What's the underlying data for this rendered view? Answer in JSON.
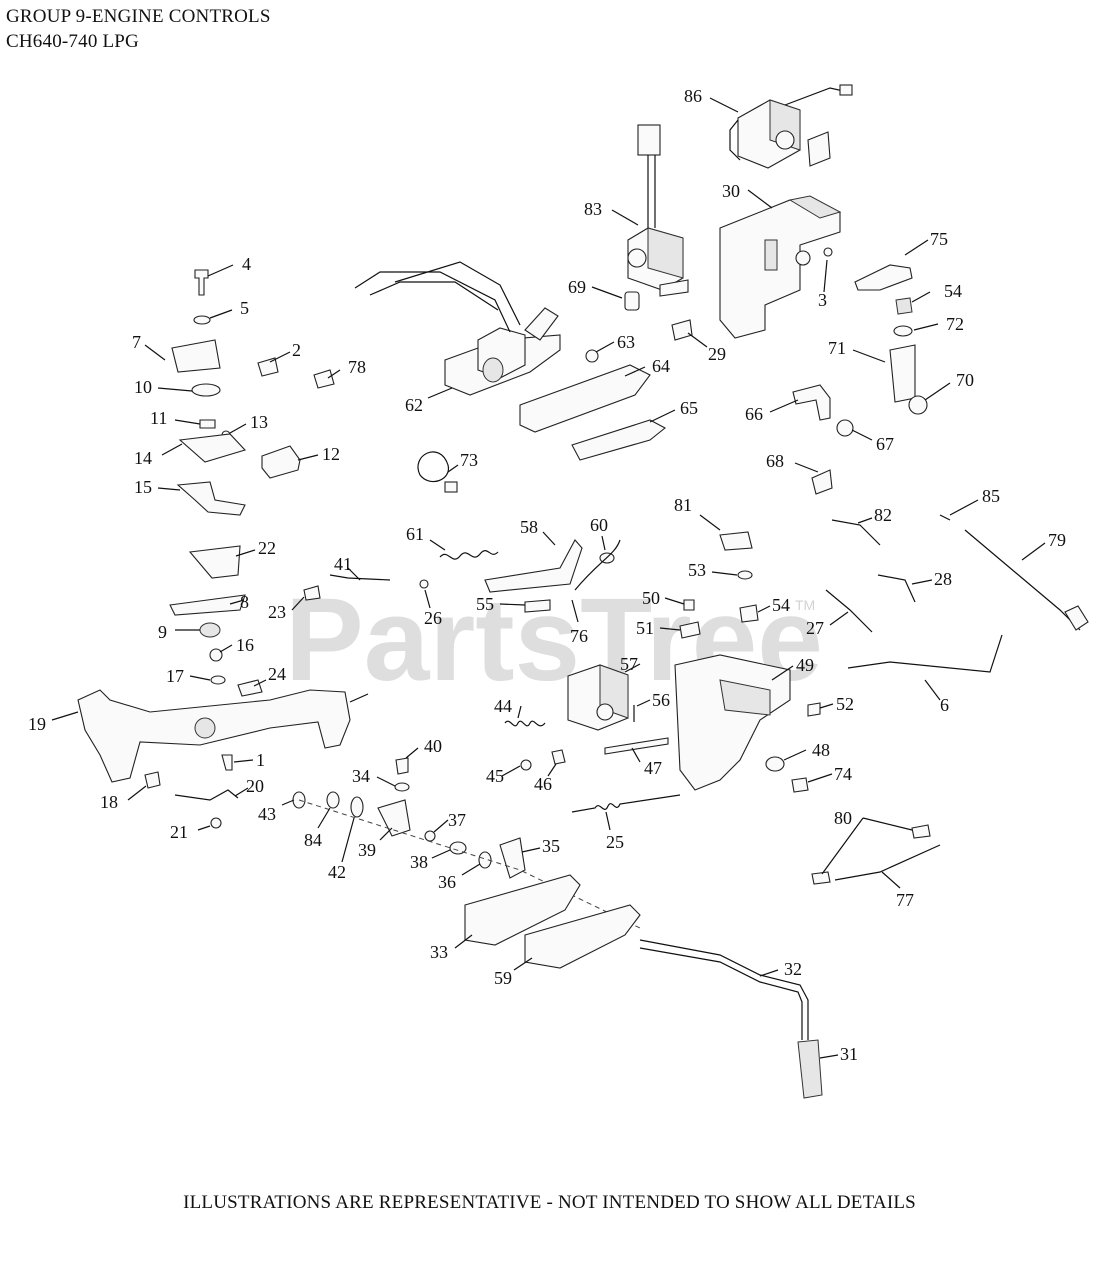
{
  "header": {
    "title": "GROUP 9-ENGINE CONTROLS",
    "model": "CH640-740 LPG"
  },
  "watermark": "PartsTree",
  "watermark_mark": "TM",
  "footer": {
    "disclaimer": "ILLUSTRATIONS ARE REPRESENTATIVE - NOT INTENDED TO SHOW ALL DETAILS"
  },
  "callouts": [
    "1",
    "2",
    "3",
    "4",
    "5",
    "6",
    "7",
    "8",
    "9",
    "10",
    "11",
    "12",
    "13",
    "14",
    "15",
    "16",
    "17",
    "18",
    "19",
    "20",
    "21",
    "22",
    "23",
    "24",
    "25",
    "26",
    "27",
    "28",
    "29",
    "30",
    "31",
    "32",
    "33",
    "34",
    "35",
    "36",
    "37",
    "38",
    "39",
    "40",
    "41",
    "42",
    "43",
    "44",
    "45",
    "46",
    "47",
    "48",
    "49",
    "50",
    "51",
    "52",
    "53",
    "54",
    "54",
    "55",
    "56",
    "57",
    "58",
    "59",
    "60",
    "61",
    "62",
    "63",
    "64",
    "65",
    "66",
    "67",
    "68",
    "69",
    "70",
    "71",
    "72",
    "73",
    "74",
    "75",
    "76",
    "77",
    "78",
    "79",
    "80",
    "81",
    "82",
    "83",
    "84",
    "85",
    "86"
  ]
}
